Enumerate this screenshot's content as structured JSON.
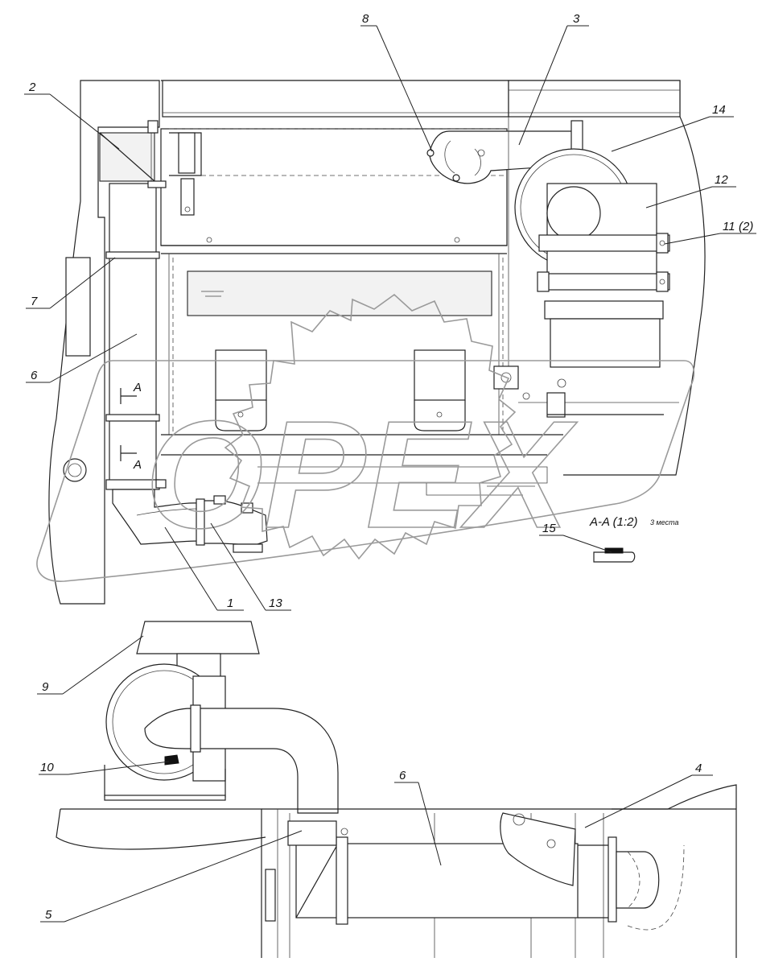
{
  "callouts": {
    "c1": "1",
    "c2": "2",
    "c3": "3",
    "c4": "4",
    "c5": "5",
    "c6_top": "6",
    "c6_bottom": "6",
    "c7": "7",
    "c8": "8",
    "c9": "9",
    "c10": "10",
    "c11": "11",
    "c11_qty": "(2)",
    "c12": "12",
    "c13": "13",
    "c14": "14",
    "c15": "15"
  },
  "section": {
    "marker_upper": "A",
    "marker_lower": "A",
    "title": "A-A (1:2)",
    "note": "3 места"
  },
  "watermark": {
    "text": "OPEX"
  },
  "colors": {
    "line": "#222222",
    "watermark": "#9a9a9a"
  }
}
